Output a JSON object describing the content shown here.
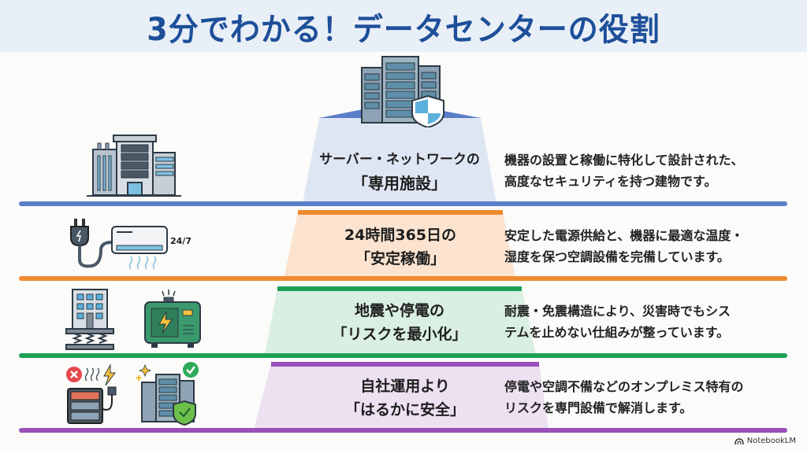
{
  "header": {
    "title": "3分でわかる！データセンターの役割"
  },
  "colors": {
    "title": "#1d4f9a",
    "tier1": "#5a7ec8",
    "tier2": "#f08a30",
    "tier3": "#1ea157",
    "tier4": "#9b4fb8"
  },
  "tiers": [
    {
      "label_line1": "サーバー・ネットワークの",
      "label_line2": "「専用施設」",
      "desc_line1": "機器の設置と稼働に特化して設計された、",
      "desc_line2": "高度なセキュリティを持つ建物です。",
      "icon": "datacenter-building-icon"
    },
    {
      "label_line1": "24時間365日の",
      "label_line2": "「安定稼働」",
      "desc_line1": "安定した電源供給と、機器に最適な温度・",
      "desc_line2": "湿度を保つ空調設備を完備しています。",
      "icon": "power-plug-air-conditioner-icon",
      "icon_text": "24/7"
    },
    {
      "label_line1": "地震や停電の",
      "label_line2": "「リスクを最小化」",
      "desc_line1": "耐震・免震構造により、災害時でもシス",
      "desc_line2": "テムを止めない仕組みが整っています。",
      "icon": "seismic-isolation-generator-icon"
    },
    {
      "label_line1": "自社運用より",
      "label_line2": "「はるかに安全」",
      "desc_line1": "停電や空調不備などのオンプレミス特有の",
      "desc_line2": "リスクを専門設備で解消します。",
      "icon": "onpremise-vs-datacenter-icon"
    }
  ],
  "footer": {
    "brand": "NotebookLM"
  }
}
